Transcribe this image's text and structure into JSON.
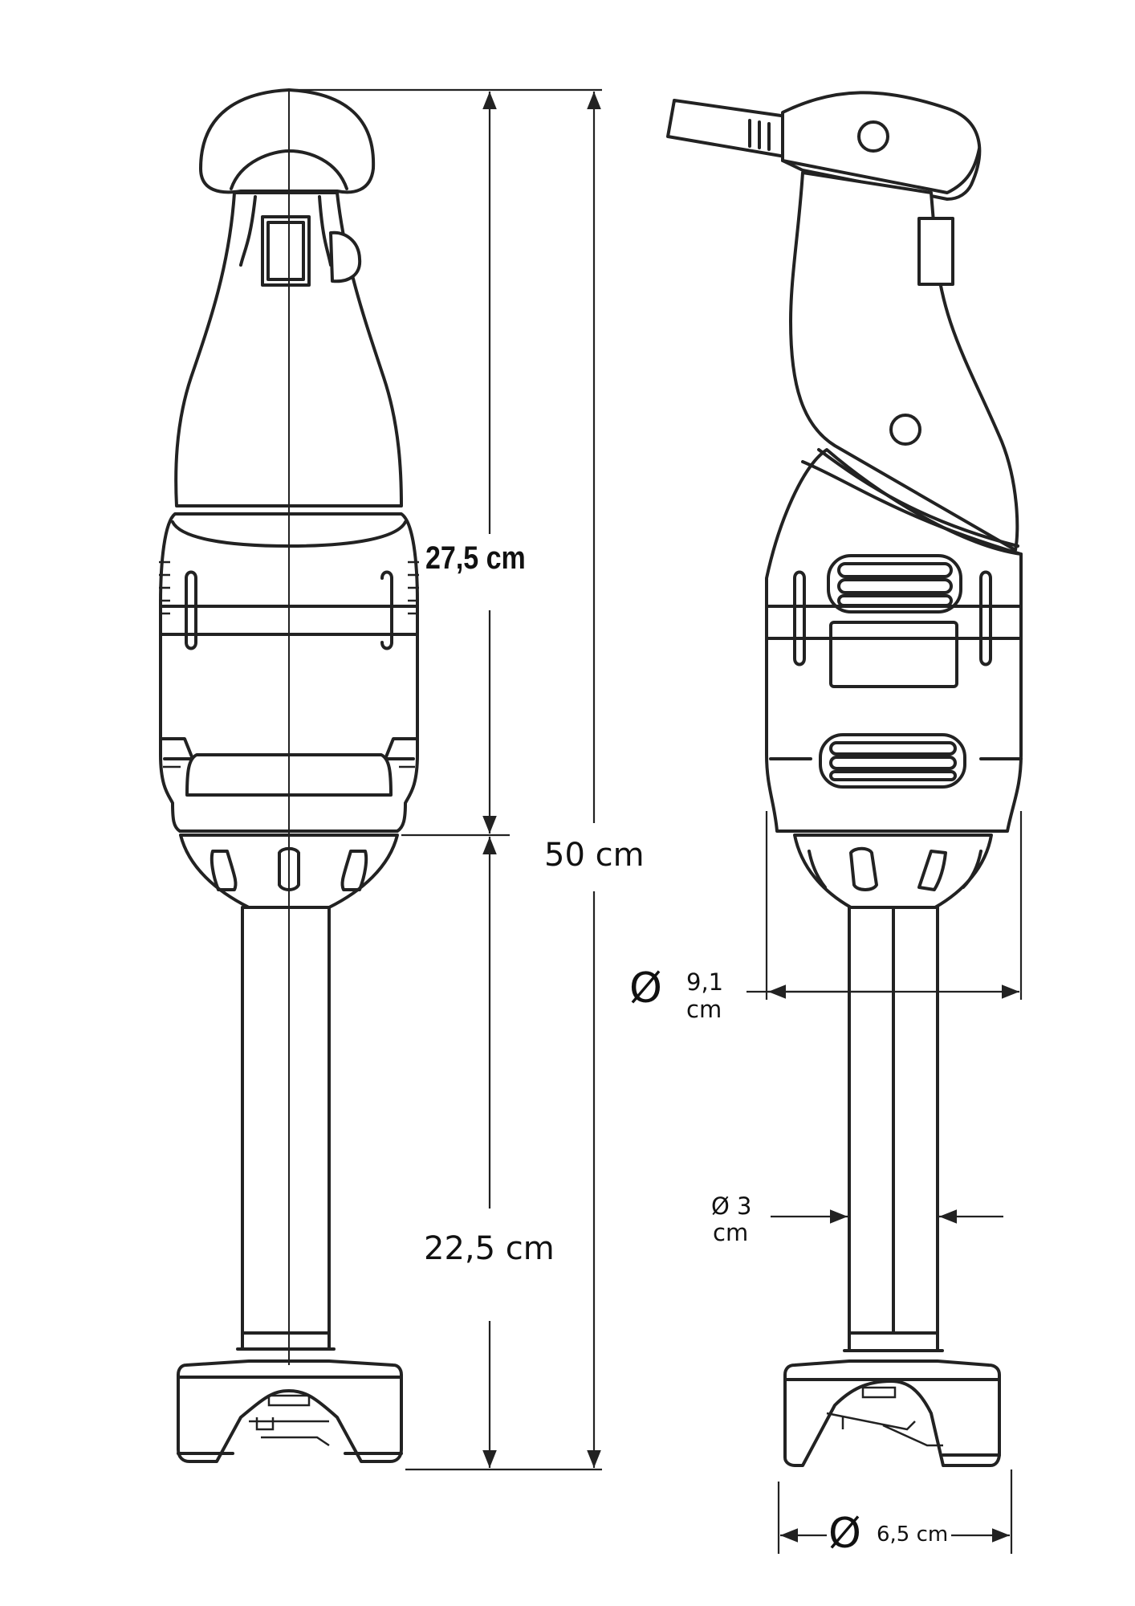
{
  "dimensions": {
    "body_height": "27,5 cm",
    "total_height": "50 cm",
    "shaft_length": "22,5 cm",
    "body_diameter_symbol": "Ø",
    "body_diameter_value": "9,1",
    "body_diameter_unit": "cm",
    "shaft_diameter_value": "Ø 3",
    "shaft_diameter_unit": "cm",
    "foot_diameter_symbol": "Ø",
    "foot_diameter_value": "6,5 cm"
  }
}
